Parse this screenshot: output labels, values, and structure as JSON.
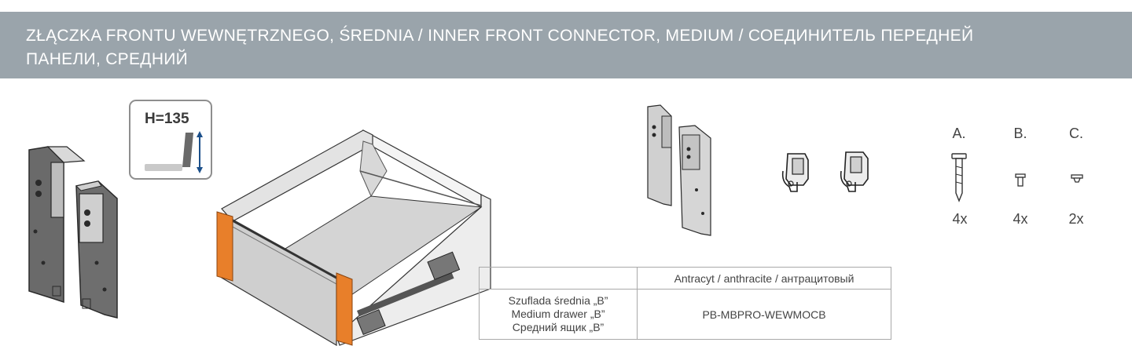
{
  "header": {
    "line1": "ZŁĄCZKA FRONTU WEWNĘTRZNEGO, ŚREDNIA / INNER FRONT CONNECTOR, MEDIUM / СОЕДИНИТЕЛЬ ПЕРЕДНЕЙ",
    "line2": "ПАНЕЛИ, СРЕДНИЙ"
  },
  "height_badge": {
    "label": "H=135"
  },
  "parts": [
    {
      "letter": "A.",
      "qty": "4x",
      "icon": "screw-icon"
    },
    {
      "letter": "B.",
      "qty": "4x",
      "icon": "screw-short-icon"
    },
    {
      "letter": "C.",
      "qty": "2x",
      "icon": "screw-flat-icon"
    }
  ],
  "table": {
    "header_empty": "",
    "color_header": "Antracyt / anthracite / антрацитовый",
    "row_label_lines": [
      "Szuflada średnia „B”",
      "Medium drawer „B”",
      "Средний ящик „B”"
    ],
    "code": "PB-MBPRO-WEWMOCB"
  },
  "colors": {
    "header_bg": "#9aa4ab",
    "accent_orange": "#e87f2a",
    "connector_gray": "#6e6e6e"
  }
}
